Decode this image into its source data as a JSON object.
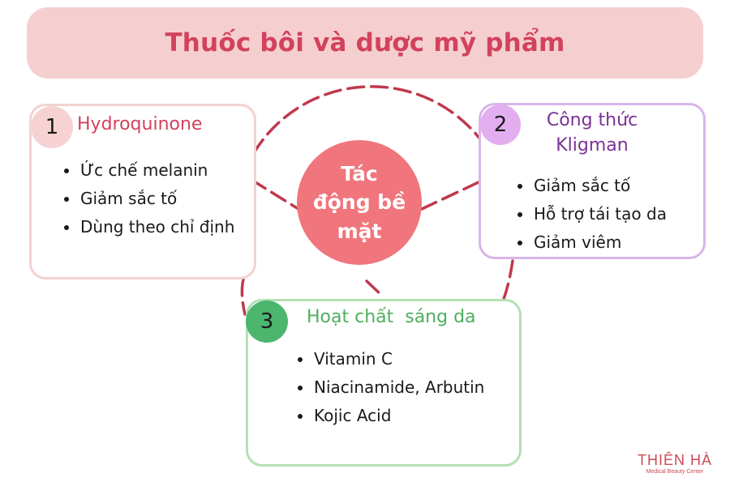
{
  "title": "Thuốc bôi và dược mỹ phẩm",
  "center": {
    "label": "Tác động bề mặt"
  },
  "cards": [
    {
      "number": "1",
      "title": "Hydroquinone",
      "items": [
        "Ức chế melanin",
        "Giảm sắc tố",
        "Dùng theo chỉ định"
      ],
      "accent": "#d2425c",
      "border": "#f4d2d2"
    },
    {
      "number": "2",
      "title": "Công thức Kligman",
      "items": [
        "Giảm sắc tố",
        "Hỗ trợ tái tạo da",
        "Giảm viêm"
      ],
      "accent": "#7b3296",
      "border": "#dab4ea"
    },
    {
      "number": "3",
      "title": "Hoạt chất  sáng da",
      "items": [
        "Vitamin C",
        "Niacinamide, Arbutin",
        "Kojic Acid"
      ],
      "accent": "#4fae5e",
      "border": "#b3e0b3"
    }
  ],
  "logo": {
    "name": "THIÊN HÀ",
    "tagline": "Medical Beauty Center"
  },
  "colors": {
    "title_bg": "#f5cfd0",
    "title_text": "#d2425c",
    "center_fill": "#f0757c",
    "connector": "#c0394d"
  }
}
